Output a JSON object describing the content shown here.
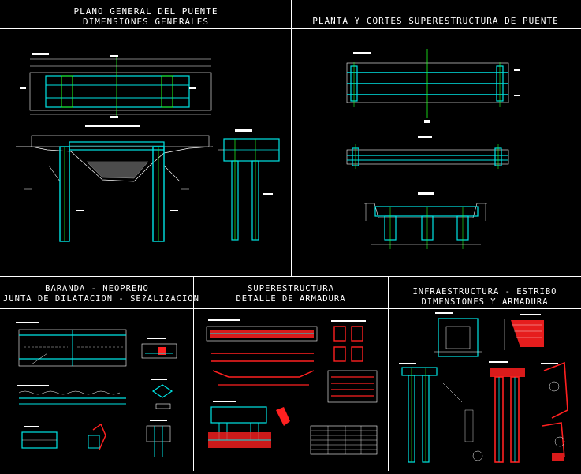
{
  "sheets": [
    {
      "title": [
        "PLANO GENERAL DEL PUENTE",
        "DIMENSIONES GENERALES"
      ]
    },
    {
      "title": [
        "PLANTA Y CORTES SUPERESTRUCTURA DE PUENTE"
      ]
    },
    {
      "title": [
        "BARANDA - NEOPRENO",
        "JUNTA DE DILATACION - SE?ALIZACION"
      ]
    },
    {
      "title": [
        "SUPERESTRUCTURA",
        "DETALLE DE ARMADURA"
      ]
    },
    {
      "title": [
        "INFRAESTRUCTURA - ESTRIBO",
        "DIMENSIONES Y ARMADURA"
      ]
    }
  ],
  "colors": {
    "background": "#000000",
    "frame": "#ffffff",
    "concrete": "#00e5e5",
    "rebar": "#ff2020",
    "axis": "#20ff20",
    "annotation": "#ffffff",
    "steel": "#ffff40"
  }
}
